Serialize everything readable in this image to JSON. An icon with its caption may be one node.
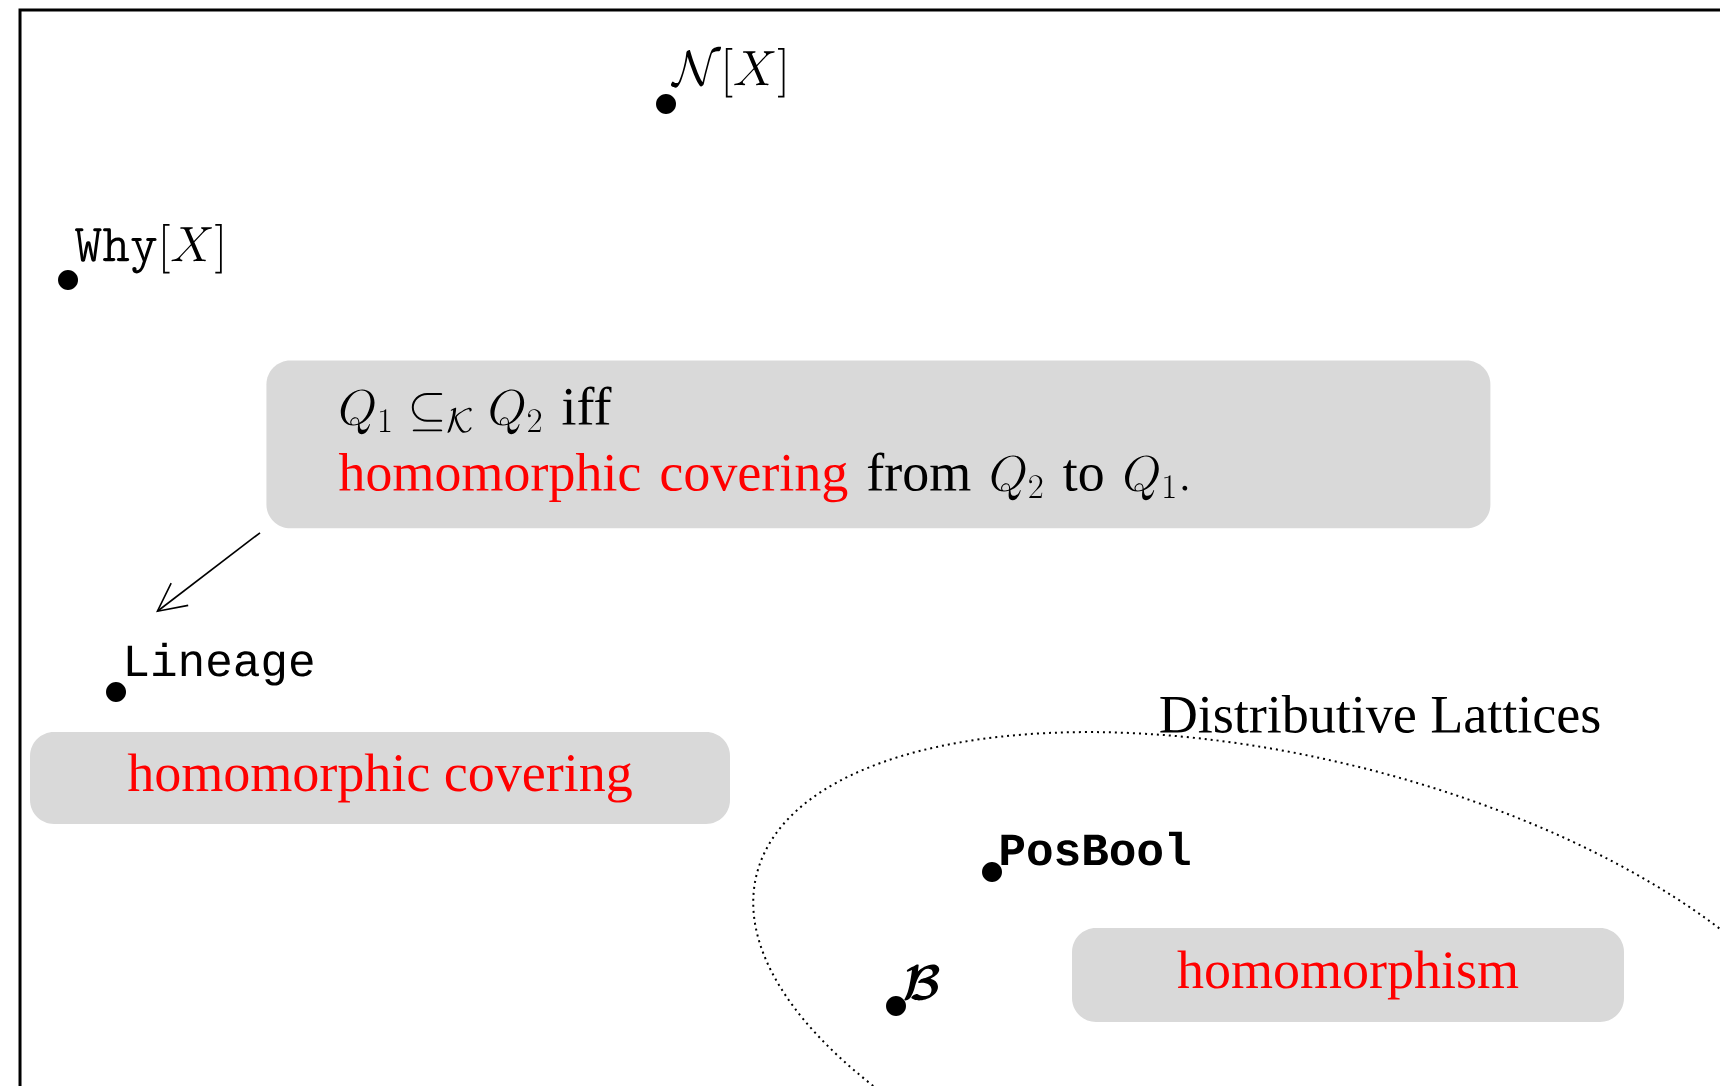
{
  "diagram": {
    "nodes": [
      {
        "text": [
          "\\mathcal{N}[X]"
        ]
      },
      {
        "text": [
          "\\mathtt{Why}[X]"
        ]
      },
      {
        "text": [
          "Q_1 \\subseteq_{\\mathcal{K}} Q_2 \\text{ iff}",
          "homomorphic covering",
          "\\text{from } Q_2 \\text{ to } Q_1."
        ]
      },
      {
        "text": [
          "Lineage"
        ]
      },
      {
        "text": [
          "homomorphic covering"
        ]
      },
      {
        "text": [
          "Distributive Lattices"
        ]
      },
      {
        "text": [
          "PosBool"
        ],
        "in": 5
      },
      {
        "text": [
          "\\boldsymbol{\\mathcal{B}}"
        ],
        "in": 5
      },
      {
        "text": [
          "homomorphism"
        ],
        "in": 5
      }
    ],
    "edges": [
      {
        "from": 2,
        "to": 3,
        "arrow": "to"
      }
    ]
  }
}
